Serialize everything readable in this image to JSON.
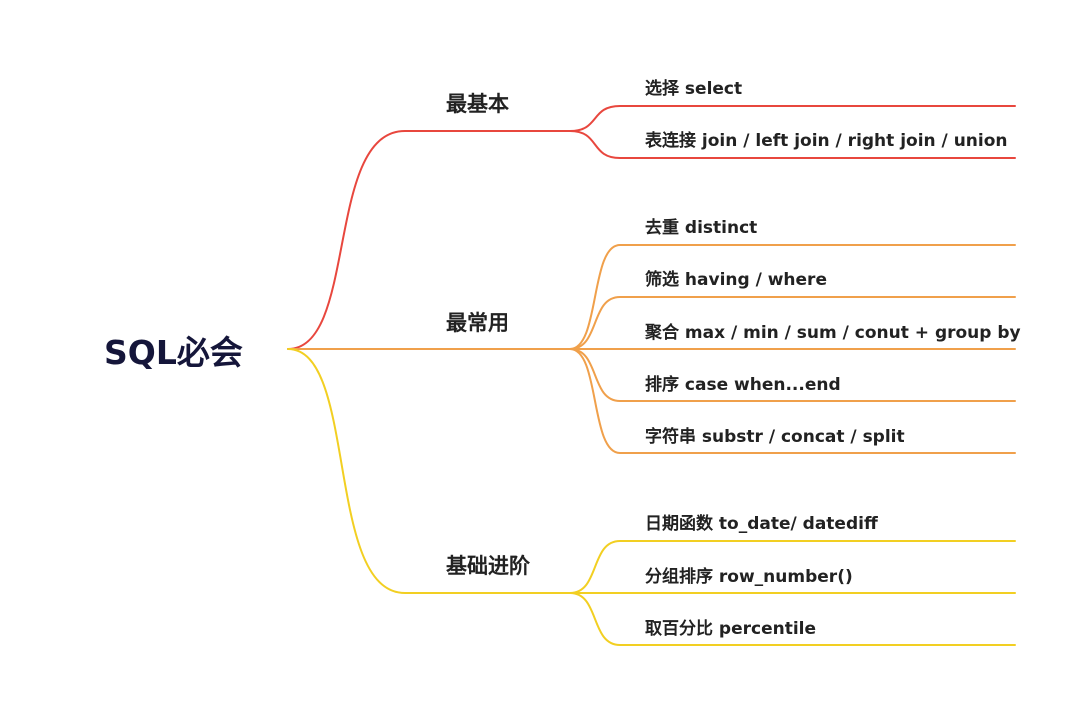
{
  "mindmap": {
    "root": "SQL必会",
    "colors": {
      "branch_1": "#e8473e",
      "branch_2": "#f0a04b",
      "branch_3": "#f2cf22"
    },
    "branches": [
      {
        "label": "最基本",
        "color": "#e8473e",
        "items": [
          "选择 select",
          "表连接 join / left join / right join / union"
        ]
      },
      {
        "label": "最常用",
        "color": "#f0a04b",
        "items": [
          "去重 distinct",
          "筛选 having / where",
          "聚合 max / min / sum / conut + group by",
          "排序 case when...end",
          "字符串 substr / concat / split"
        ]
      },
      {
        "label": "基础进阶",
        "color": "#f2cf22",
        "items": [
          "日期函数 to_date/ datediff",
          "分组排序 row_number()",
          "取百分比 percentile"
        ]
      }
    ]
  }
}
